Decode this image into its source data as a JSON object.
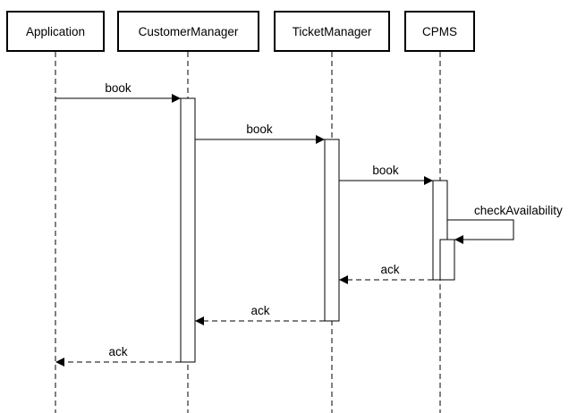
{
  "participants": [
    {
      "id": "application",
      "label": "Application"
    },
    {
      "id": "customer_manager",
      "label": "CustomerManager"
    },
    {
      "id": "ticket_manager",
      "label": "TicketManager"
    },
    {
      "id": "cpms",
      "label": "CPMS"
    }
  ],
  "messages": [
    {
      "from": "Application",
      "to": "CustomerManager",
      "label": "book",
      "kind": "call"
    },
    {
      "from": "CustomerManager",
      "to": "TicketManager",
      "label": "book",
      "kind": "call"
    },
    {
      "from": "TicketManager",
      "to": "CPMS",
      "label": "book",
      "kind": "call"
    },
    {
      "from": "CPMS",
      "to": "CPMS",
      "label": "checkAvailability",
      "kind": "self-call"
    },
    {
      "from": "CPMS",
      "to": "TicketManager",
      "label": "ack",
      "kind": "return"
    },
    {
      "from": "TicketManager",
      "to": "CustomerManager",
      "label": "ack",
      "kind": "return"
    },
    {
      "from": "CustomerManager",
      "to": "Application",
      "label": "ack",
      "kind": "return"
    }
  ],
  "colors": {
    "line": "#000000",
    "activation_fill": "#ffffff"
  }
}
